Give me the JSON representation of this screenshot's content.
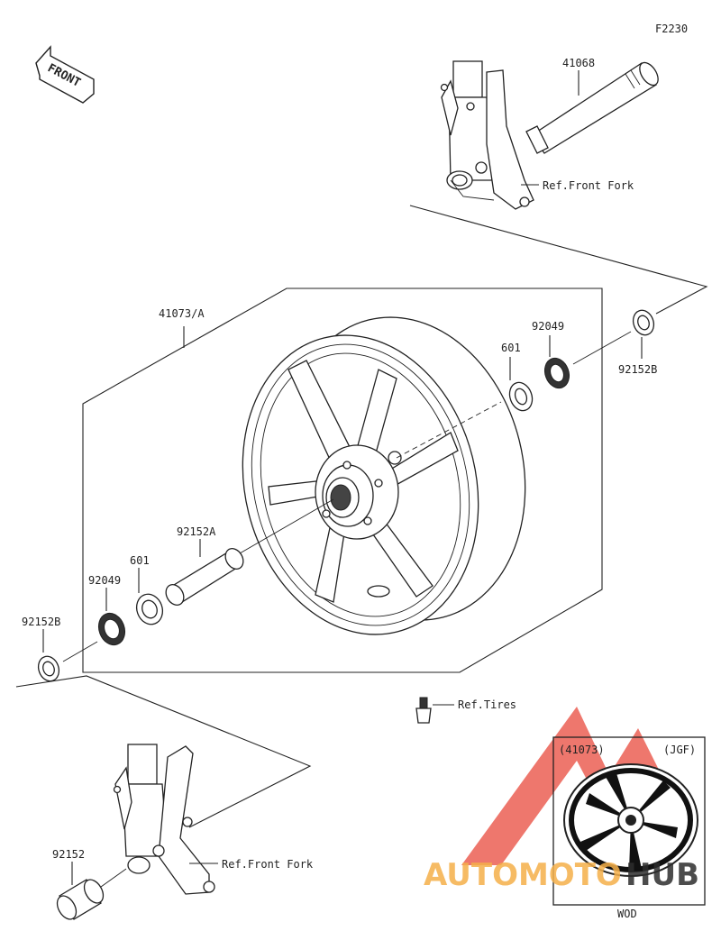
{
  "diagram_code": "F2230",
  "front_label": "FRONT",
  "parts": {
    "axle": "41068",
    "wheel": "41073/A",
    "seal_top": "92049",
    "bearing_top": "601",
    "collar_top": "92152B",
    "spacer": "92152A",
    "bearing_bottom": "601",
    "seal_bottom": "92049",
    "collar_bottom": "92152B",
    "collar_fork": "92152"
  },
  "refs": {
    "front_fork_top": "Ref.Front Fork",
    "front_fork_bottom": "Ref.Front Fork",
    "tires": "Ref.Tires"
  },
  "inset": {
    "part": "(41073)",
    "region": "(JGF)",
    "color": "WOD"
  },
  "watermark": {
    "text_a": "AUTOMOTO",
    "text_b": "HUB",
    "color_a": "#f5b04a",
    "color_b": "#2d2d2d",
    "logo_color": "#e84a3c"
  }
}
